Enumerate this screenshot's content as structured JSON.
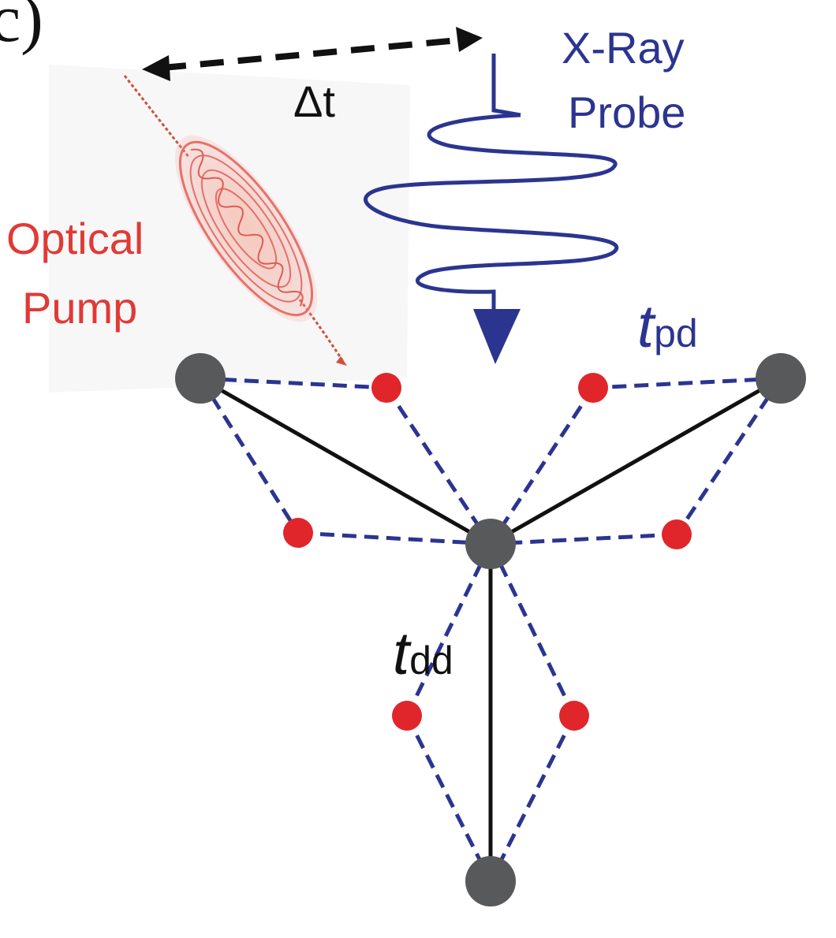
{
  "panel_label": "c)",
  "delay_label": "Δt",
  "probe_label": {
    "line1": "X-Ray",
    "line2": "Probe"
  },
  "pump_label": {
    "line1": "Optical",
    "line2": "Pump"
  },
  "hopping_pd": {
    "symbol": "t",
    "subscript": "pd"
  },
  "hopping_dd": {
    "symbol": "t",
    "subscript": "dd"
  },
  "colors": {
    "probe_blue": "#2b3590",
    "pump_red": "#e03a36",
    "metal_site": "#58595b",
    "oxygen_site": "#e0262b",
    "bond_black": "#111111",
    "dashed_blue": "#2b3590"
  },
  "icons": [
    "double-arrow-icon",
    "xray-wave-icon",
    "optical-pulse-icon"
  ]
}
